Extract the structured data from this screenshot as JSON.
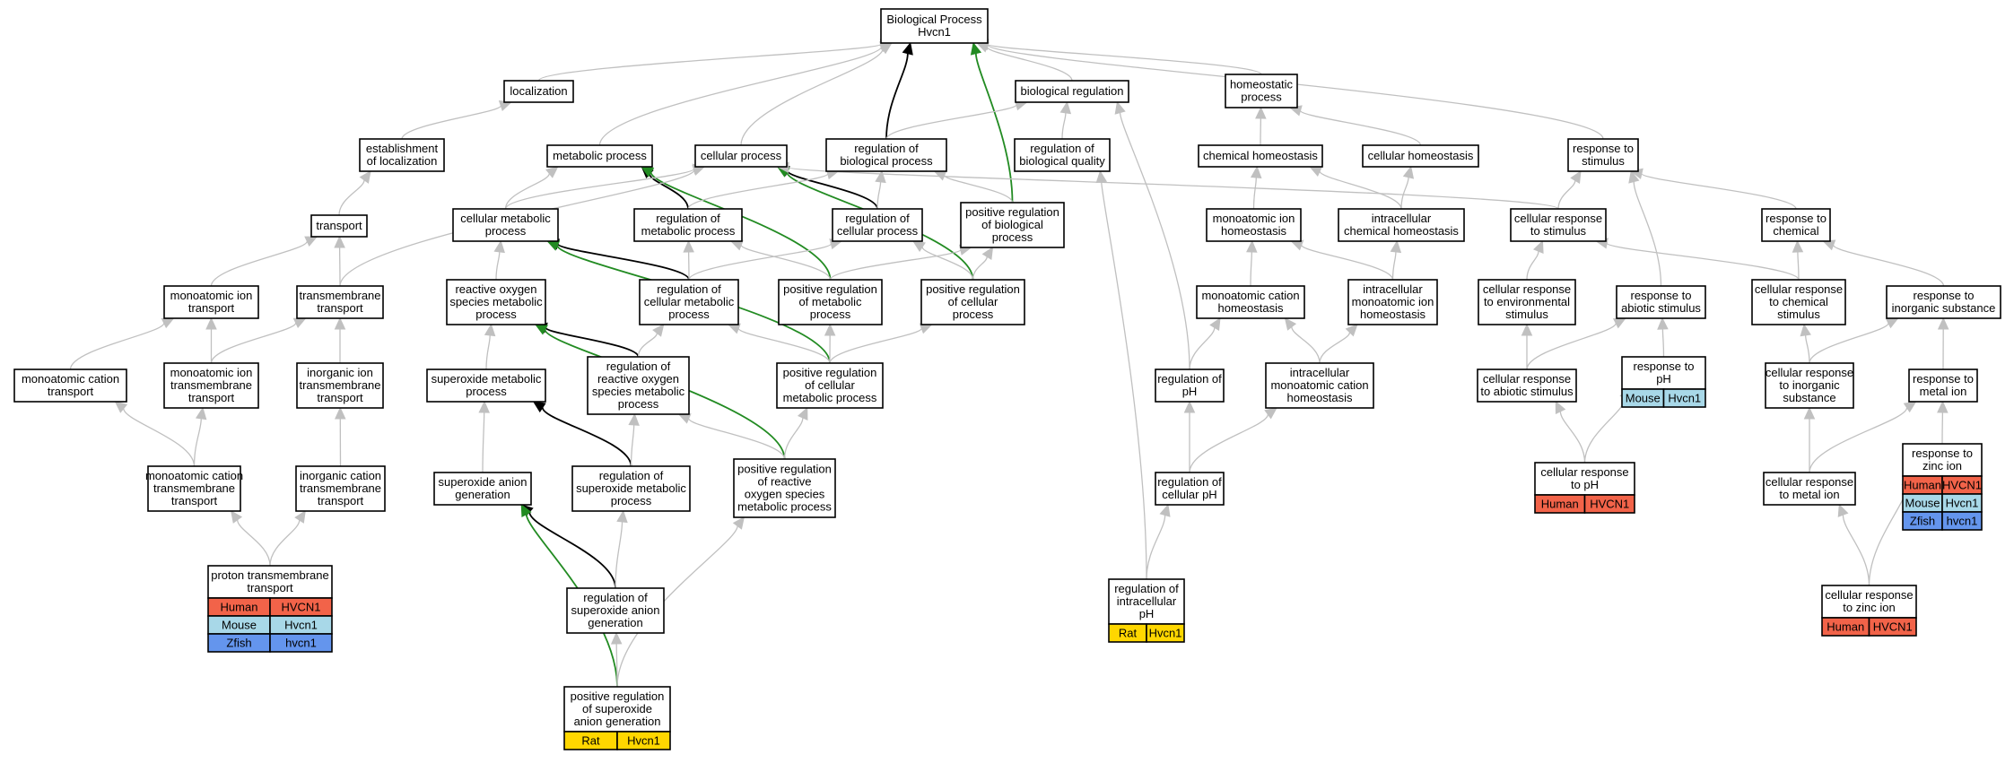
{
  "title_node": {
    "line1": "Biological Process",
    "line2": "Hvcn1"
  },
  "colors": {
    "edge_gray": "#c0c0c0",
    "edge_black": "#000000",
    "edge_green": "#228b22",
    "human": "#f26349",
    "mouse": "#a8d8e8",
    "zfish": "#6495ed",
    "rat": "#ffd700"
  },
  "nodes": [
    {
      "id": "root",
      "lines": [
        "Biological Process",
        "Hvcn1"
      ]
    },
    {
      "id": "localization",
      "lines": [
        "localization"
      ]
    },
    {
      "id": "bioreg",
      "lines": [
        "biological regulation"
      ]
    },
    {
      "id": "homeo",
      "lines": [
        "homeostatic",
        "process"
      ]
    },
    {
      "id": "estloc",
      "lines": [
        "establishment",
        "of localization"
      ]
    },
    {
      "id": "metab",
      "lines": [
        "metabolic process"
      ]
    },
    {
      "id": "cellproc",
      "lines": [
        "cellular process"
      ]
    },
    {
      "id": "regbio",
      "lines": [
        "regulation of",
        "biological process"
      ]
    },
    {
      "id": "regqual",
      "lines": [
        "regulation of",
        "biological quality"
      ]
    },
    {
      "id": "chemhomeo",
      "lines": [
        "chemical homeostasis"
      ]
    },
    {
      "id": "cellhomeo",
      "lines": [
        "cellular homeostasis"
      ]
    },
    {
      "id": "respstim",
      "lines": [
        "response to",
        "stimulus"
      ]
    },
    {
      "id": "transport",
      "lines": [
        "transport"
      ]
    },
    {
      "id": "cellmetab",
      "lines": [
        "cellular metabolic",
        "process"
      ]
    },
    {
      "id": "regmetab",
      "lines": [
        "regulation of",
        "metabolic process"
      ]
    },
    {
      "id": "regcell",
      "lines": [
        "regulation of",
        "cellular process"
      ]
    },
    {
      "id": "posregbio",
      "lines": [
        "positive regulation",
        "of biological",
        "process"
      ]
    },
    {
      "id": "monohomeo",
      "lines": [
        "monoatomic ion",
        "homeostasis"
      ]
    },
    {
      "id": "intrachem",
      "lines": [
        "intracellular",
        "chemical homeostasis"
      ]
    },
    {
      "id": "cellrespstim",
      "lines": [
        "cellular response",
        "to stimulus"
      ]
    },
    {
      "id": "respchem",
      "lines": [
        "response to",
        "chemical"
      ]
    },
    {
      "id": "monotrans",
      "lines": [
        "monoatomic ion",
        "transport"
      ]
    },
    {
      "id": "tmtrans",
      "lines": [
        "transmembrane",
        "transport"
      ]
    },
    {
      "id": "ros",
      "lines": [
        "reactive oxygen",
        "species metabolic",
        "process"
      ]
    },
    {
      "id": "regcellmetab",
      "lines": [
        "regulation of",
        "cellular metabolic",
        "process"
      ]
    },
    {
      "id": "posregmetab",
      "lines": [
        "positive regulation",
        "of metabolic",
        "process"
      ]
    },
    {
      "id": "posregcell",
      "lines": [
        "positive regulation",
        "of cellular",
        "process"
      ]
    },
    {
      "id": "monocathomeo",
      "lines": [
        "monoatomic cation",
        "homeostasis"
      ]
    },
    {
      "id": "intramono",
      "lines": [
        "intracellular",
        "monoatomic ion",
        "homeostasis"
      ]
    },
    {
      "id": "cellrespenv",
      "lines": [
        "cellular response",
        "to environmental",
        "stimulus"
      ]
    },
    {
      "id": "respabiotic",
      "lines": [
        "response to",
        "abiotic stimulus"
      ]
    },
    {
      "id": "cellrespchem",
      "lines": [
        "cellular response",
        "to chemical",
        "stimulus"
      ]
    },
    {
      "id": "respinorg",
      "lines": [
        "response to",
        "inorganic substance"
      ]
    },
    {
      "id": "monocattrans",
      "lines": [
        "monoatomic cation",
        "transport"
      ]
    },
    {
      "id": "monotmtrans",
      "lines": [
        "monoatomic ion",
        "transmembrane",
        "transport"
      ]
    },
    {
      "id": "inorgtrans",
      "lines": [
        "inorganic ion",
        "transmembrane",
        "transport"
      ]
    },
    {
      "id": "superox",
      "lines": [
        "superoxide metabolic",
        "process"
      ]
    },
    {
      "id": "regros",
      "lines": [
        "regulation of",
        "reactive oxygen",
        "species metabolic",
        "process"
      ]
    },
    {
      "id": "posregcellmetab",
      "lines": [
        "positive regulation",
        "of cellular",
        "metabolic process"
      ]
    },
    {
      "id": "regph",
      "lines": [
        "regulation of",
        "pH"
      ]
    },
    {
      "id": "intramonocat",
      "lines": [
        "intracellular",
        "monoatomic cation",
        "homeostasis"
      ]
    },
    {
      "id": "cellrespabiotic",
      "lines": [
        "cellular response",
        "to abiotic stimulus"
      ]
    },
    {
      "id": "respph",
      "lines": [
        "response to",
        "pH"
      ]
    },
    {
      "id": "cellrespinorg",
      "lines": [
        "cellular response",
        "to inorganic",
        "substance"
      ]
    },
    {
      "id": "respmetal",
      "lines": [
        "response to",
        "metal ion"
      ]
    },
    {
      "id": "monocattmtrans",
      "lines": [
        "monoatomic cation",
        "transmembrane",
        "transport"
      ]
    },
    {
      "id": "inorgcattrans",
      "lines": [
        "inorganic cation",
        "transmembrane",
        "transport"
      ]
    },
    {
      "id": "superoxgen",
      "lines": [
        "superoxide anion",
        "generation"
      ]
    },
    {
      "id": "regsuperox",
      "lines": [
        "regulation of",
        "superoxide metabolic",
        "process"
      ]
    },
    {
      "id": "posregros",
      "lines": [
        "positive regulation",
        "of reactive",
        "oxygen species",
        "metabolic process"
      ]
    },
    {
      "id": "regcellph",
      "lines": [
        "regulation of",
        "cellular pH"
      ]
    },
    {
      "id": "cellrespph",
      "lines": [
        "cellular response",
        "to pH"
      ]
    },
    {
      "id": "cellrespmetal",
      "lines": [
        "cellular response",
        "to metal ion"
      ]
    },
    {
      "id": "respzinc",
      "lines": [
        "response to",
        "zinc ion"
      ]
    },
    {
      "id": "protontm",
      "lines": [
        "proton transmembrane",
        "transport"
      ]
    },
    {
      "id": "regsuperoxgen",
      "lines": [
        "regulation of",
        "superoxide anion",
        "generation"
      ]
    },
    {
      "id": "regintraph",
      "lines": [
        "regulation of",
        "intracellular",
        "pH"
      ]
    },
    {
      "id": "cellrespzinc",
      "lines": [
        "cellular response",
        "to zinc ion"
      ]
    },
    {
      "id": "posregsuperox",
      "lines": [
        "positive regulation",
        "of superoxide",
        "anion generation"
      ]
    }
  ],
  "annotations": [
    {
      "node": "respph",
      "rows": [
        [
          "Mouse",
          "Hvcn1",
          "mouse"
        ]
      ]
    },
    {
      "node": "respzinc",
      "rows": [
        [
          "Human",
          "HVCN1",
          "human"
        ],
        [
          "Mouse",
          "Hvcn1",
          "mouse"
        ],
        [
          "Zfish",
          "hvcn1",
          "zfish"
        ]
      ]
    },
    {
      "node": "cellrespph",
      "rows": [
        [
          "Human",
          "HVCN1",
          "human"
        ]
      ]
    },
    {
      "node": "protontm",
      "rows": [
        [
          "Human",
          "HVCN1",
          "human"
        ],
        [
          "Mouse",
          "Hvcn1",
          "mouse"
        ],
        [
          "Zfish",
          "hvcn1",
          "zfish"
        ]
      ]
    },
    {
      "node": "regintraph",
      "rows": [
        [
          "Rat",
          "Hvcn1",
          "rat"
        ]
      ]
    },
    {
      "node": "cellrespzinc",
      "rows": [
        [
          "Human",
          "HVCN1",
          "human"
        ]
      ]
    },
    {
      "node": "posregsuperox",
      "rows": [
        [
          "Rat",
          "Hvcn1",
          "rat"
        ]
      ]
    }
  ],
  "edges": [
    [
      "localization",
      "root",
      "g"
    ],
    [
      "bioreg",
      "root",
      "g"
    ],
    [
      "homeo",
      "root",
      "g"
    ],
    [
      "metab",
      "root",
      "g"
    ],
    [
      "cellproc",
      "root",
      "g"
    ],
    [
      "regbio",
      "root",
      "k"
    ],
    [
      "posregbio",
      "root",
      "G"
    ],
    [
      "respstim",
      "root",
      "g"
    ],
    [
      "estloc",
      "localization",
      "g"
    ],
    [
      "transport",
      "estloc",
      "g"
    ],
    [
      "regbio",
      "bioreg",
      "g"
    ],
    [
      "regqual",
      "bioreg",
      "g"
    ],
    [
      "regph",
      "bioreg",
      "g"
    ],
    [
      "chemhomeo",
      "homeo",
      "g"
    ],
    [
      "cellhomeo",
      "homeo",
      "g"
    ],
    [
      "cellmetab",
      "metab",
      "g"
    ],
    [
      "regmetab",
      "metab",
      "k"
    ],
    [
      "posregmetab",
      "metab",
      "G"
    ],
    [
      "cellmetab",
      "cellproc",
      "g"
    ],
    [
      "regcell",
      "cellproc",
      "k"
    ],
    [
      "posregcell",
      "cellproc",
      "G"
    ],
    [
      "tmtrans",
      "cellproc",
      "g"
    ],
    [
      "cellrespstim",
      "cellproc",
      "g"
    ],
    [
      "regmetab",
      "regbio",
      "g"
    ],
    [
      "regcell",
      "regbio",
      "g"
    ],
    [
      "posregbio",
      "regbio",
      "g"
    ],
    [
      "regintraph",
      "regqual",
      "g"
    ],
    [
      "monohomeo",
      "chemhomeo",
      "g"
    ],
    [
      "intrachem",
      "chemhomeo",
      "g"
    ],
    [
      "intrachem",
      "cellhomeo",
      "g"
    ],
    [
      "cellrespstim",
      "respstim",
      "g"
    ],
    [
      "respchem",
      "respstim",
      "g"
    ],
    [
      "respabiotic",
      "respstim",
      "g"
    ],
    [
      "monotrans",
      "transport",
      "g"
    ],
    [
      "tmtrans",
      "transport",
      "g"
    ],
    [
      "ros",
      "cellmetab",
      "g"
    ],
    [
      "regcellmetab",
      "cellmetab",
      "k"
    ],
    [
      "posregcellmetab",
      "cellmetab",
      "G"
    ],
    [
      "regcellmetab",
      "regmetab",
      "g"
    ],
    [
      "posregmetab",
      "regmetab",
      "g"
    ],
    [
      "regcellmetab",
      "regcell",
      "g"
    ],
    [
      "posregcell",
      "regcell",
      "g"
    ],
    [
      "posregmetab",
      "posregbio",
      "g"
    ],
    [
      "posregcell",
      "posregbio",
      "g"
    ],
    [
      "monocathomeo",
      "monohomeo",
      "g"
    ],
    [
      "intramono",
      "monohomeo",
      "g"
    ],
    [
      "intramono",
      "intrachem",
      "g"
    ],
    [
      "cellrespenv",
      "cellrespstim",
      "g"
    ],
    [
      "cellrespchem",
      "cellrespstim",
      "g"
    ],
    [
      "cellrespchem",
      "respchem",
      "g"
    ],
    [
      "respinorg",
      "respchem",
      "g"
    ],
    [
      "monocattrans",
      "monotrans",
      "g"
    ],
    [
      "monotmtrans",
      "monotrans",
      "g"
    ],
    [
      "monotmtrans",
      "tmtrans",
      "g"
    ],
    [
      "inorgtrans",
      "tmtrans",
      "g"
    ],
    [
      "superox",
      "ros",
      "g"
    ],
    [
      "regros",
      "ros",
      "k"
    ],
    [
      "posregros",
      "ros",
      "G"
    ],
    [
      "regros",
      "regcellmetab",
      "g"
    ],
    [
      "posregcellmetab",
      "regcellmetab",
      "g"
    ],
    [
      "posregcellmetab",
      "posregmetab",
      "g"
    ],
    [
      "posregcellmetab",
      "posregcell",
      "g"
    ],
    [
      "regph",
      "monocathomeo",
      "g"
    ],
    [
      "intramonocat",
      "monocathomeo",
      "g"
    ],
    [
      "intramonocat",
      "intramono",
      "g"
    ],
    [
      "cellrespabiotic",
      "cellrespenv",
      "g"
    ],
    [
      "cellrespabiotic",
      "respabiotic",
      "g"
    ],
    [
      "respph",
      "respabiotic",
      "g"
    ],
    [
      "cellrespinorg",
      "cellrespchem",
      "g"
    ],
    [
      "cellrespinorg",
      "respinorg",
      "g"
    ],
    [
      "respmetal",
      "respinorg",
      "g"
    ],
    [
      "monocattmtrans",
      "monocattrans",
      "g"
    ],
    [
      "monocattmtrans",
      "monotmtrans",
      "g"
    ],
    [
      "inorgcattrans",
      "inorgtrans",
      "g"
    ],
    [
      "superoxgen",
      "superox",
      "g"
    ],
    [
      "regsuperox",
      "superox",
      "k"
    ],
    [
      "regsuperox",
      "regros",
      "g"
    ],
    [
      "posregros",
      "regros",
      "g"
    ],
    [
      "posregros",
      "posregcellmetab",
      "g"
    ],
    [
      "regcellph",
      "regph",
      "g"
    ],
    [
      "regcellph",
      "intramonocat",
      "g"
    ],
    [
      "cellrespph",
      "cellrespabiotic",
      "g"
    ],
    [
      "cellrespph",
      "respph",
      "g"
    ],
    [
      "cellrespmetal",
      "cellrespinorg",
      "g"
    ],
    [
      "cellrespmetal",
      "respmetal",
      "g"
    ],
    [
      "respzinc",
      "respmetal",
      "g"
    ],
    [
      "protontm",
      "monocattmtrans",
      "g"
    ],
    [
      "protontm",
      "inorgcattrans",
      "g"
    ],
    [
      "regsuperoxgen",
      "superoxgen",
      "k"
    ],
    [
      "regsuperoxgen",
      "regsuperox",
      "g"
    ],
    [
      "regintraph",
      "regcellph",
      "g"
    ],
    [
      "cellrespzinc",
      "cellrespmetal",
      "g"
    ],
    [
      "cellrespzinc",
      "respzinc",
      "g"
    ],
    [
      "posregsuperox",
      "superoxgen",
      "G"
    ],
    [
      "posregsuperox",
      "regsuperoxgen",
      "g"
    ],
    [
      "posregsuperox",
      "posregros",
      "g"
    ]
  ]
}
